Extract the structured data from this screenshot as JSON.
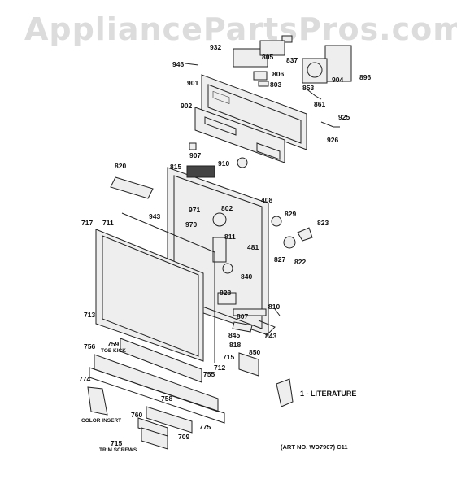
{
  "watermark": "AppliancePartsPros.com",
  "parts": [
    "932",
    "946",
    "901",
    "902",
    "805",
    "806",
    "803",
    "837",
    "853",
    "861",
    "904",
    "896",
    "925",
    "926",
    "907",
    "910",
    "815",
    "820",
    "408",
    "802",
    "971",
    "970",
    "943",
    "811",
    "481",
    "717",
    "711",
    "829",
    "823",
    "827",
    "822",
    "840",
    "828",
    "810",
    "807",
    "713",
    "845",
    "843",
    "759",
    "818",
    "756",
    "715",
    "850",
    "712",
    "755",
    "774",
    "758",
    "760",
    "775",
    "709",
    "715"
  ],
  "captions": {
    "toe_kick": "TOE KICK",
    "color_insert": "COLOR INSERT",
    "trim_screws": "TRIM SCREWS"
  },
  "literature": "1 - LITERATURE",
  "art_no": "(ART NO. WD7907)  C11"
}
